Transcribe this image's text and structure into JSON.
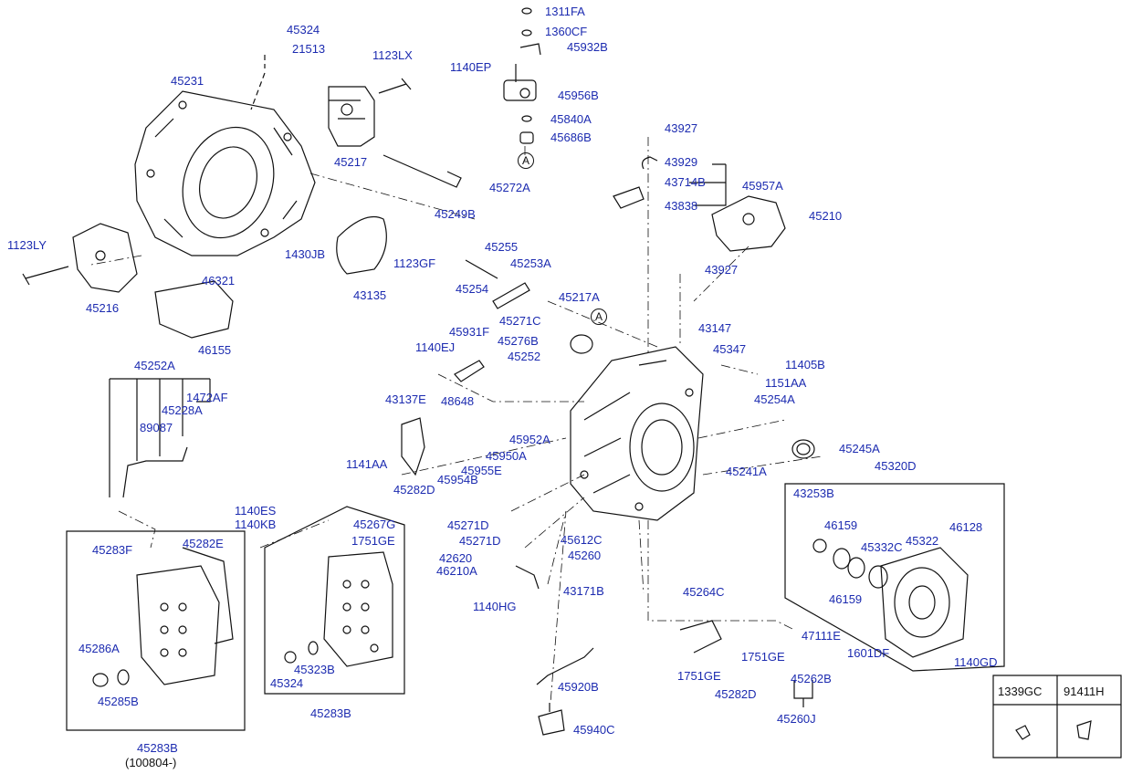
{
  "labels": {
    "l_1311FA": "1311FA",
    "l_1360CF": "1360CF",
    "l_45932B": "45932B",
    "l_1140EP": "1140EP",
    "l_45956B": "45956B",
    "l_45840A": "45840A",
    "l_45686B": "45686B",
    "l_A_top": "A",
    "l_45324_top": "45324",
    "l_21513": "21513",
    "l_1123LX": "1123LX",
    "l_45231": "45231",
    "l_45217": "45217",
    "l_45272A": "45272A",
    "l_1123LY": "1123LY",
    "l_45216": "45216",
    "l_1430JB": "1430JB",
    "l_1123GF": "1123GF",
    "l_43135": "43135",
    "l_46321": "46321",
    "l_45249B": "45249B",
    "l_45255": "45255",
    "l_45253A": "45253A",
    "l_45254": "45254",
    "l_45217A": "45217A",
    "l_A_mid": "A",
    "l_45271C": "45271C",
    "l_45276B": "45276B",
    "l_45252": "45252",
    "l_43927_a": "43927",
    "l_43929": "43929",
    "l_43714B": "43714B",
    "l_45957A": "45957A",
    "l_43838": "43838",
    "l_45210": "45210",
    "l_43927_b": "43927",
    "l_43147": "43147",
    "l_45347": "45347",
    "l_11405B": "11405B",
    "l_1151AA": "1151AA",
    "l_45254A": "45254A",
    "l_46155": "46155",
    "l_45252A": "45252A",
    "l_1472AF": "1472AF",
    "l_45228A": "45228A",
    "l_89087": "89087",
    "l_45931F": "45931F",
    "l_1140EJ": "1140EJ",
    "l_48648": "48648",
    "l_43137E": "43137E",
    "l_1141AA": "1141AA",
    "l_45952A": "45952A",
    "l_45950A": "45950A",
    "l_45955E": "45955E",
    "l_45954B": "45954B",
    "l_45245A": "45245A",
    "l_45320D": "45320D",
    "l_45241A": "45241A",
    "l_45282D_a": "45282D",
    "l_1140ES": "1140ES",
    "l_1140KB": "1140KB",
    "l_45267G": "45267G",
    "l_1751GE_a": "1751GE",
    "l_45283F": "45283F",
    "l_45282E": "45282E",
    "l_45271D_a": "45271D",
    "l_45271D_b": "45271D",
    "l_42620": "42620",
    "l_46210A": "46210A",
    "l_1140HG": "1140HG",
    "l_45612C": "45612C",
    "l_45260": "45260",
    "l_43171B": "43171B",
    "l_43253B": "43253B",
    "l_46159_a": "46159",
    "l_45332C": "45332C",
    "l_45322": "45322",
    "l_46128": "46128",
    "l_46159_b": "46159",
    "l_45264C": "45264C",
    "l_47111E": "47111E",
    "l_1601DF": "1601DF",
    "l_1751GE_b": "1751GE",
    "l_1751GE_c": "1751GE",
    "l_45282D_b": "45282D",
    "l_45262B": "45262B",
    "l_1140GD": "1140GD",
    "l_45260J": "45260J",
    "l_45286A": "45286A",
    "l_45285B": "45285B",
    "l_45324_b": "45324",
    "l_45323B": "45323B",
    "l_45283B_a": "45283B",
    "l_45283B_b": "45283B",
    "l_100804": "(100804-)",
    "l_45920B": "45920B",
    "l_45940C": "45940C"
  },
  "legend_table": {
    "col1": "1339GC",
    "col2": "91411H"
  },
  "colors": {
    "label_blue": "#1c2bb0",
    "line": "#111111"
  }
}
